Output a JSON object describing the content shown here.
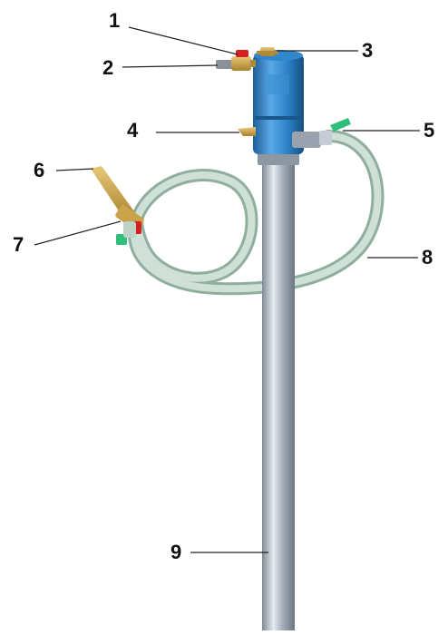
{
  "diagram": {
    "callouts": [
      {
        "id": "1",
        "text": "1"
      },
      {
        "id": "2",
        "text": "2"
      },
      {
        "id": "3",
        "text": "3"
      },
      {
        "id": "4",
        "text": "4"
      },
      {
        "id": "5",
        "text": "5"
      },
      {
        "id": "6",
        "text": "6"
      },
      {
        "id": "7",
        "text": "7"
      },
      {
        "id": "8",
        "text": "8"
      },
      {
        "id": "9",
        "text": "9"
      }
    ],
    "colors": {
      "motor_body": "#2a7fc4",
      "motor_highlight": "#5aa9e6",
      "tube": "#9aa3ad",
      "tube_highlight": "#dfe4ea",
      "hose": "#bcd3c6",
      "hose_edge": "#8fae9c",
      "brass": "#c9a24a",
      "valve_red": "#d42020",
      "valve_green": "#2fbf7a",
      "leader_line": "#222222"
    }
  }
}
